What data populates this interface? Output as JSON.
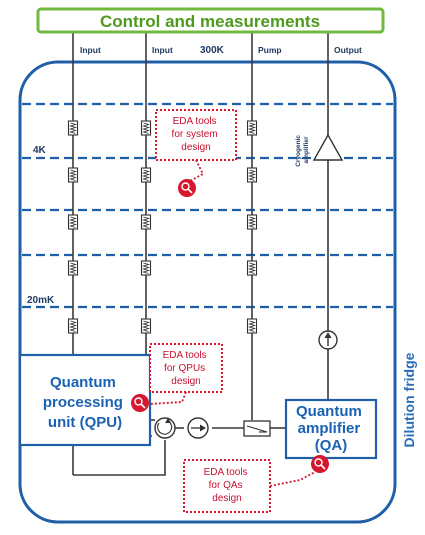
{
  "control_label": "Control and measurements",
  "line_labels": [
    "Input",
    "Input",
    "Pump",
    "Output"
  ],
  "room_temp_label": "300K",
  "stage_labels": [
    "4K",
    "20mK"
  ],
  "fridge_label": "Dilution fridge",
  "cryo_amp_lines": [
    "Cryogenic",
    "amplifier"
  ],
  "qpu_lines": [
    "Quantum",
    "processing",
    "unit (QPU)"
  ],
  "qa_lines": [
    "Quantum",
    "amplifier",
    "(QA)"
  ],
  "eda_system_lines": [
    "EDA tools",
    "for system",
    "design"
  ],
  "eda_qpu_lines": [
    "EDA tools",
    "for QPUs",
    "design"
  ],
  "eda_qa_lines": [
    "EDA tools",
    "for QAs",
    "design"
  ],
  "colors": {
    "green": "#72b83c",
    "blue": "#1f5fa8",
    "red": "#d5172f",
    "wire": "#3a3a3a"
  }
}
